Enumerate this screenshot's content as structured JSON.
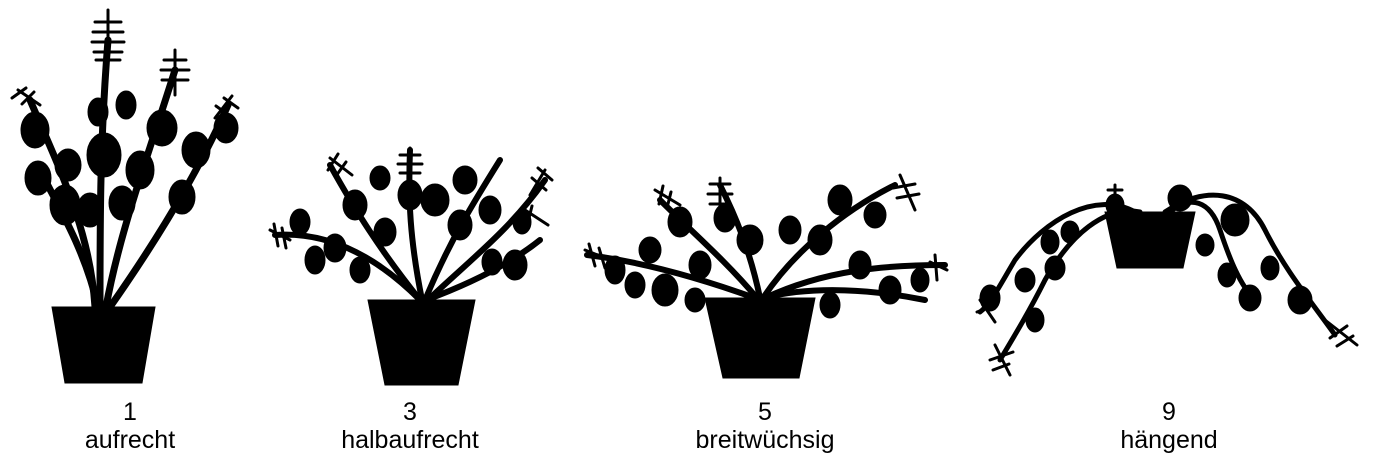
{
  "figure": {
    "background": "#ffffff",
    "silhouette_color": "#000000",
    "types": [
      {
        "number": "1",
        "label": "aufrecht"
      },
      {
        "number": "3",
        "label": "halbaufrecht"
      },
      {
        "number": "5",
        "label": "breitwüchsig"
      },
      {
        "number": "9",
        "label": "hängend"
      }
    ]
  }
}
